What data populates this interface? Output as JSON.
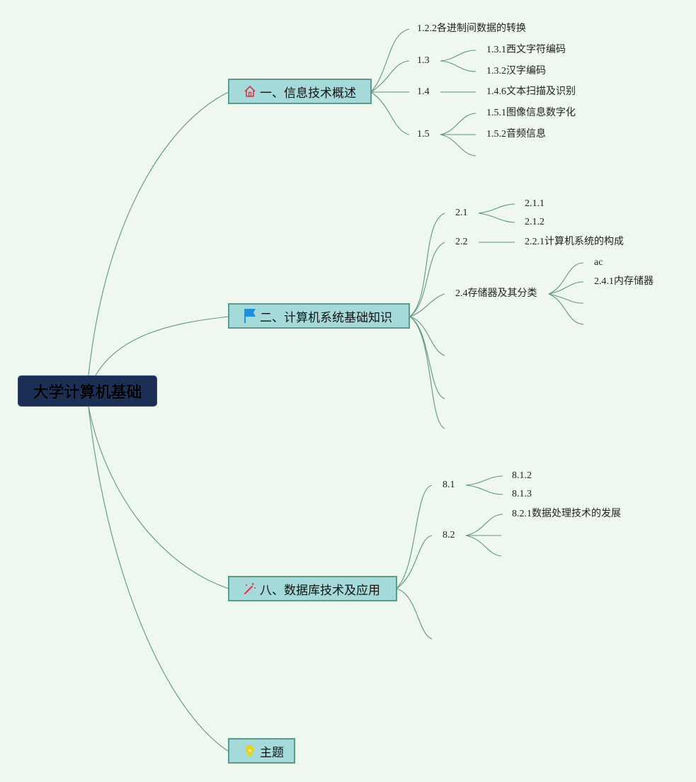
{
  "root": {
    "label": "大学计算机基础"
  },
  "topics": [
    {
      "label": "一、信息技术概述",
      "icon": "house-icon",
      "icon_color": "#d9344a",
      "children": [
        {
          "label": "1.2.2各进制间数据的转换"
        },
        {
          "label": "1.3",
          "children": [
            "1.3.1西文字符编码",
            "1.3.2汉字编码"
          ]
        },
        {
          "label": "1.4",
          "children": [
            "1.4.6文本扫描及识别"
          ]
        },
        {
          "label": "1.5",
          "children": [
            "1.5.1图像信息数字化",
            "1.5.2音频信息",
            ""
          ]
        }
      ]
    },
    {
      "label": "二、计算机系统基础知识",
      "icon": "flag-icon",
      "icon_color": "#1f8fe0",
      "children": [
        {
          "label": "2.1",
          "children": [
            "2.1.1",
            "2.1.2"
          ]
        },
        {
          "label": "2.2",
          "children": [
            "2.2.1计算机系统的构成"
          ]
        },
        {
          "label": "2.4存储器及其分类",
          "children": [
            "ac",
            "2.4.1内存储器",
            "",
            ""
          ]
        },
        {
          "label": ""
        },
        {
          "label": ""
        },
        {
          "label": ""
        }
      ]
    },
    {
      "label": "八、数据库技术及应用",
      "icon": "magic-wand-icon",
      "icon_color": "#d9344a",
      "children": [
        {
          "label": "8.1",
          "children": [
            "8.1.2",
            "8.1.3"
          ]
        },
        {
          "label": "8.2",
          "children": [
            "8.2.1数据处理技术的发展",
            "",
            ""
          ]
        },
        {
          "label": ""
        }
      ]
    },
    {
      "label": "主题",
      "icon": "lightbulb-icon",
      "icon_color": "#e8d21a",
      "children": []
    }
  ]
}
